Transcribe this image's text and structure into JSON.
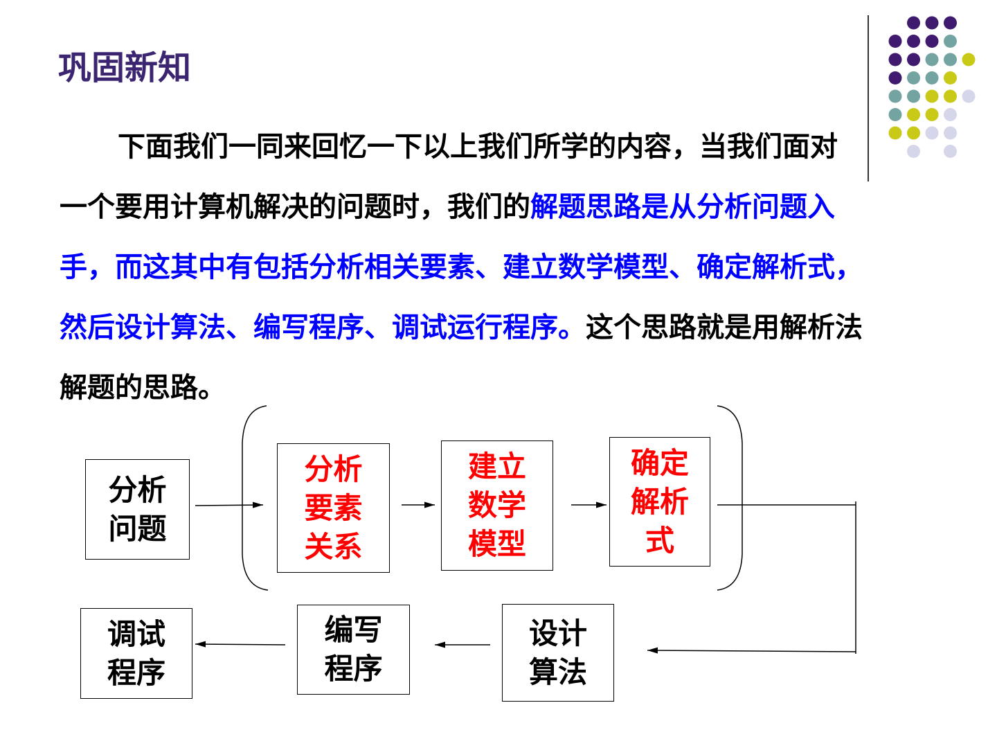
{
  "slide": {
    "title": "巩固新知",
    "paragraph": {
      "text_black_1": "下面我们一同来回忆一下以上我们所学的内容，当我们面对一个要用计算机解决的问题时，我们的",
      "text_blue": "解题思路是从分析问题入手，而这其中有包括分析相关要素、建立数学模型、确定解析式，然后设计算法、编写程序、调试运行程序。",
      "text_black_2": "这个思路就是用解析法解题的思路。"
    }
  },
  "flowchart": {
    "boxes": [
      {
        "id": "analyze",
        "lines": [
          "分析",
          "问题"
        ]
      },
      {
        "id": "elements",
        "lines": [
          "分析",
          "要素",
          "关系"
        ]
      },
      {
        "id": "model",
        "lines": [
          "建立",
          "数学",
          "模型"
        ]
      },
      {
        "id": "formula",
        "lines": [
          "确定",
          "解析",
          "式"
        ]
      },
      {
        "id": "algorithm",
        "lines": [
          "设计",
          "算法"
        ]
      },
      {
        "id": "program",
        "lines": [
          "编写",
          "程序"
        ]
      },
      {
        "id": "debug",
        "lines": [
          "调试",
          "程序"
        ]
      }
    ]
  },
  "colors": {
    "title": "#3b2470",
    "highlight_text": "#0000ff",
    "flow_highlight": "#ff0000",
    "dot_purple": "#3f1a6e",
    "dot_teal": "#74a4a2",
    "dot_yellow": "#c9c918",
    "dot_lavender": "#d6d6ea"
  }
}
